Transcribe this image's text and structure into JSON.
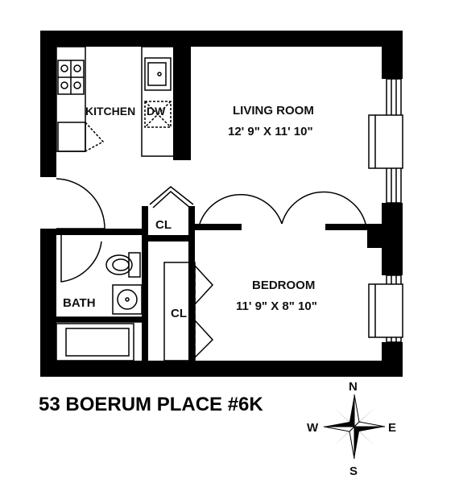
{
  "plan": {
    "title": "53 BOERUM PLACE #6K",
    "rooms": {
      "kitchen": "KITCHEN",
      "dishwasher": "DW",
      "living_room": "LIVING ROOM",
      "living_room_size": "12' 9\" X 11' 10\"",
      "closet_top": "CL",
      "bedroom": "BEDROOM",
      "bedroom_size": "11' 9\" X 8\" 10\"",
      "closet_bedroom": "CL",
      "bath": "BATH"
    },
    "compass": {
      "north": "N",
      "south": "S",
      "east": "E",
      "west": "W"
    }
  }
}
